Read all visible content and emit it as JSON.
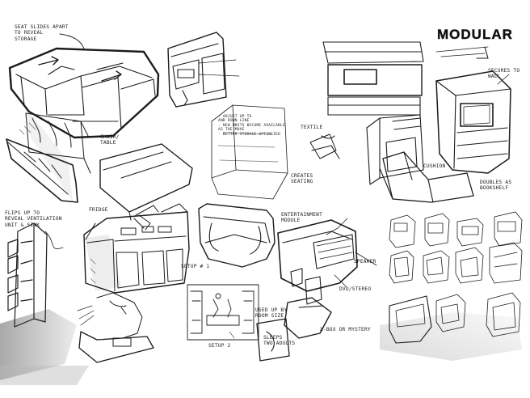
{
  "sheet": {
    "title": "MODULAR",
    "annotations": {
      "seat_slides": "SEAT SLIDES APART\nTO REVEAL\nSTORAGE",
      "chair_table": "CHAIR/\nTABLE",
      "flips_up": "FLIPS UP TO\nREVEAL VENTILATION\nUNIT & SINK",
      "fridge": "FRIDGE",
      "setup1": "SETUP # 1",
      "setup2": "SETUP 2",
      "entertainment": "ENTERTAINMENT\nMODULE",
      "speaker": "SPEAKER",
      "dvd": "DVD/STEREO",
      "xbox": "X-BOX OR MYSTERY",
      "used_up_bed": "USED UP BY\nROOM SIZE",
      "sleeps": "SLEEPS\nTWO ADULTS",
      "textile": "TEXTILE",
      "creates_seating": "CREATES\nSEATING",
      "cushion": "CUSHION",
      "doubles_bookshelf": "DOUBLES AS\nBOOKSHELF",
      "secures_wall": "SECURES TO\nWALL",
      "notes_block": "- ADJUST UP TO\n  AND DOWN LINE\n- NEW UNITS BECOME AVAILABLE\n  AS THE MOVE\n- BETTER STORAGE OPTIMIZED"
    }
  },
  "colors": {
    "ink": "#1c1c1c",
    "marker_grey": "#9a9a9a",
    "marker_light": "#d4d4d4",
    "paper": "#ffffff"
  }
}
